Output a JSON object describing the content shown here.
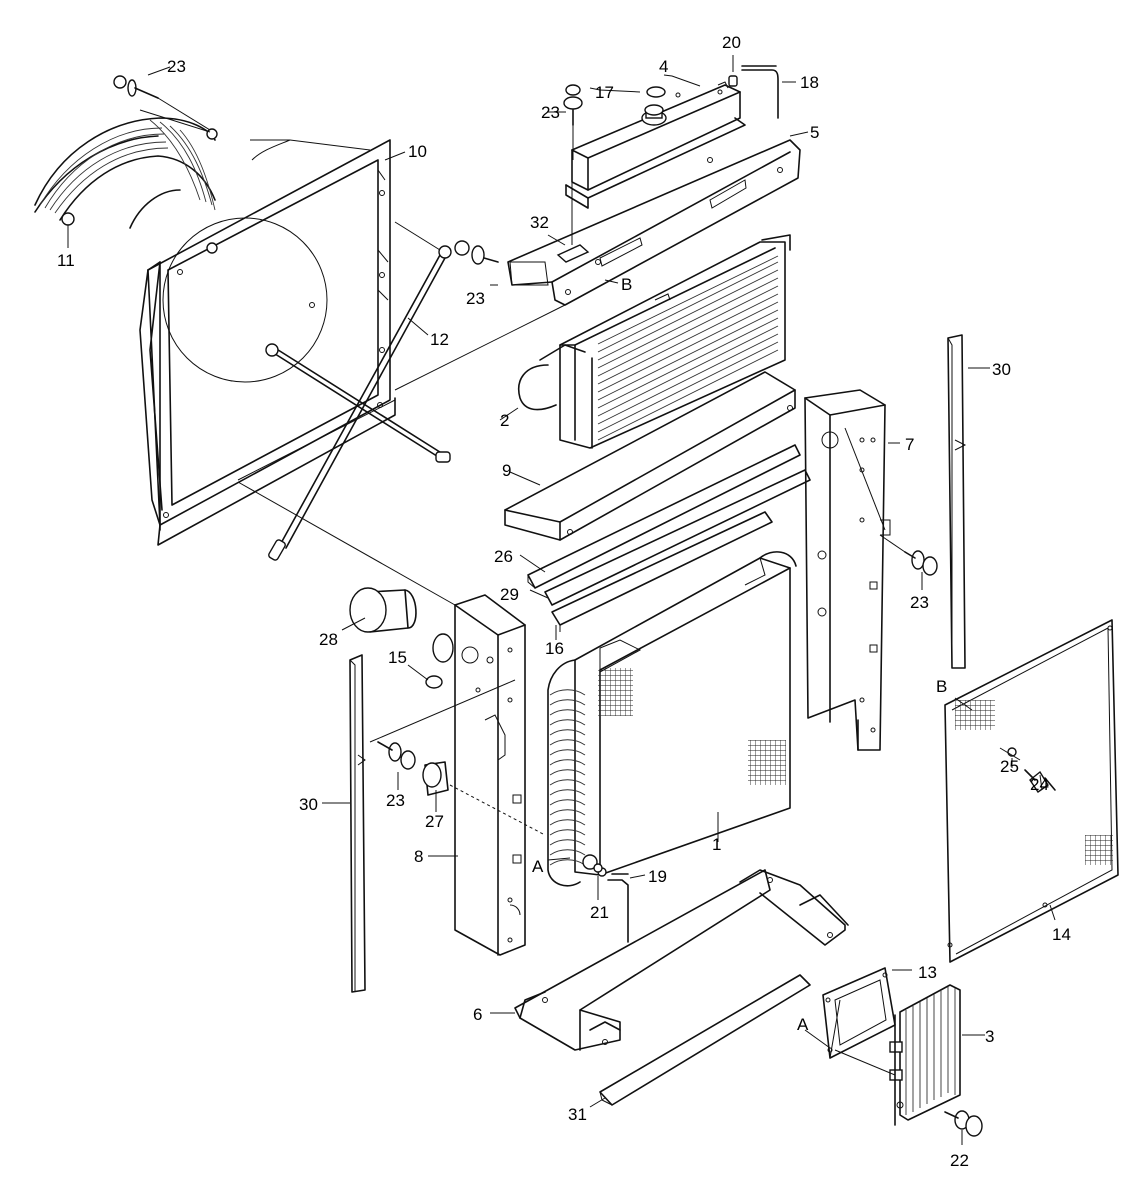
{
  "diagram": {
    "callouts": [
      {
        "id": "c1",
        "text": "1"
      },
      {
        "id": "c2",
        "text": "2"
      },
      {
        "id": "c3",
        "text": "3"
      },
      {
        "id": "c4",
        "text": "4"
      },
      {
        "id": "c5",
        "text": "5"
      },
      {
        "id": "c6",
        "text": "6"
      },
      {
        "id": "c7",
        "text": "7"
      },
      {
        "id": "c8",
        "text": "8"
      },
      {
        "id": "c9",
        "text": "9"
      },
      {
        "id": "c10",
        "text": "10"
      },
      {
        "id": "c11",
        "text": "11"
      },
      {
        "id": "c12",
        "text": "12"
      },
      {
        "id": "c13",
        "text": "13"
      },
      {
        "id": "c14",
        "text": "14"
      },
      {
        "id": "c15",
        "text": "15"
      },
      {
        "id": "c16",
        "text": "16"
      },
      {
        "id": "c17",
        "text": "17"
      },
      {
        "id": "c18",
        "text": "18"
      },
      {
        "id": "c19",
        "text": "19"
      },
      {
        "id": "c20",
        "text": "20"
      },
      {
        "id": "c21",
        "text": "21"
      },
      {
        "id": "c22",
        "text": "22"
      },
      {
        "id": "c23a",
        "text": "23"
      },
      {
        "id": "c23b",
        "text": "23"
      },
      {
        "id": "c23c",
        "text": "23"
      },
      {
        "id": "c23d",
        "text": "23"
      },
      {
        "id": "c23e",
        "text": "23"
      },
      {
        "id": "c24",
        "text": "24"
      },
      {
        "id": "c25",
        "text": "25"
      },
      {
        "id": "c26",
        "text": "26"
      },
      {
        "id": "c27",
        "text": "27"
      },
      {
        "id": "c28",
        "text": "28"
      },
      {
        "id": "c29",
        "text": "29"
      },
      {
        "id": "c30a",
        "text": "30"
      },
      {
        "id": "c30b",
        "text": "30"
      },
      {
        "id": "c31",
        "text": "31"
      },
      {
        "id": "c32",
        "text": "32"
      },
      {
        "id": "refA1",
        "text": "A"
      },
      {
        "id": "refA2",
        "text": "A"
      },
      {
        "id": "refB1",
        "text": "B"
      },
      {
        "id": "refB2",
        "text": "B"
      }
    ]
  }
}
